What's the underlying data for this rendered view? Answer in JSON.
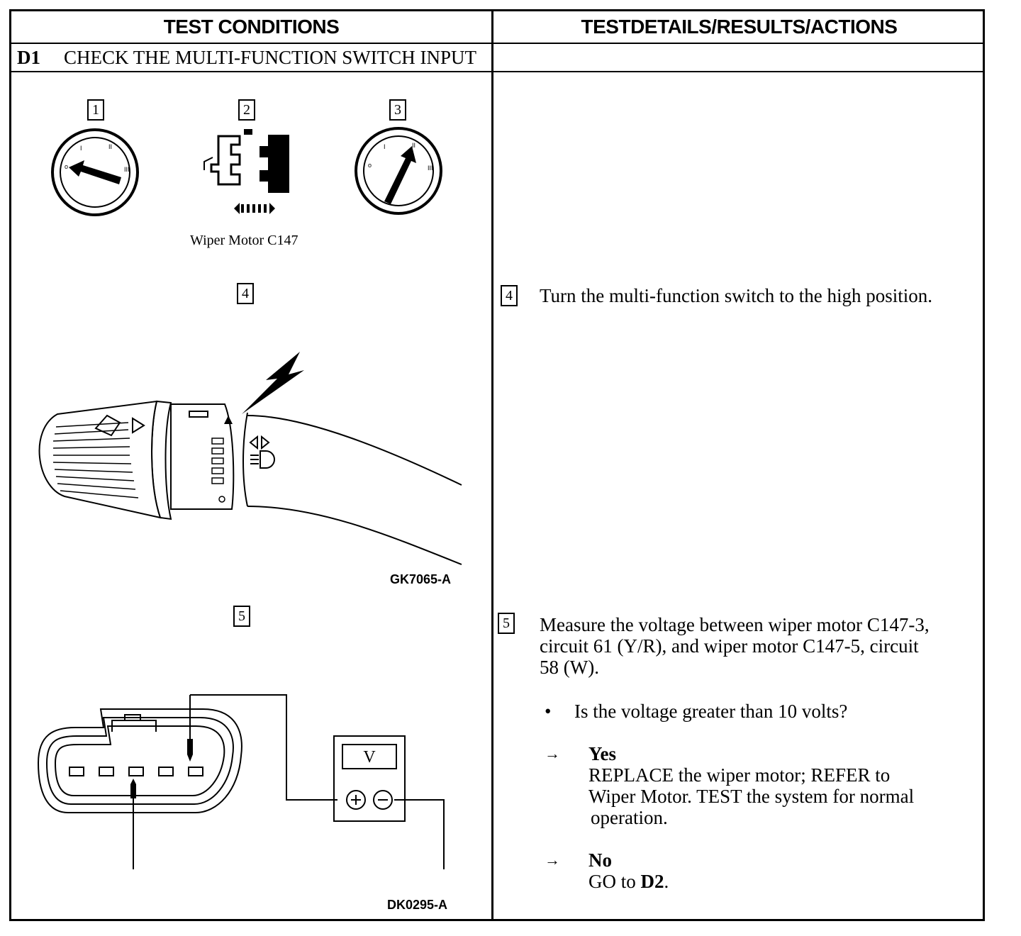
{
  "header": {
    "left": "TEST CONDITIONS",
    "right": "TESTDETAILS/RESULTS/ACTIONS"
  },
  "section": {
    "id": "D1",
    "title": "CHECK THE MULTI-FUNCTION SWITCH INPUT"
  },
  "left": {
    "step_labels": [
      "1",
      "2",
      "3",
      "4",
      "5"
    ],
    "connector_caption": "Wiper Motor C147",
    "fig_code_1": "GK7065-A",
    "fig_code_2": "DK0295-A",
    "meter_label": "V"
  },
  "right": {
    "step4": {
      "num": "4",
      "text": "Turn the multi-function switch to the high position."
    },
    "step5": {
      "num": "5",
      "line1": "Measure the voltage between wiper motor C147-3,",
      "line2": "circuit 61 (Y/R), and wiper motor C147-5, circuit",
      "line3": "58 (W).",
      "bullet": "Is the voltage greater than 10 volts?",
      "yes_label": "Yes",
      "yes_line1": "REPLACE the wiper motor; REFER to",
      "yes_line2": "Wiper Motor. TEST the system  for normal",
      "yes_line3": "operation.",
      "no_label": "No",
      "no_text_prefix": "GO to ",
      "no_text_ref": "D2",
      "no_text_suffix": "."
    }
  }
}
